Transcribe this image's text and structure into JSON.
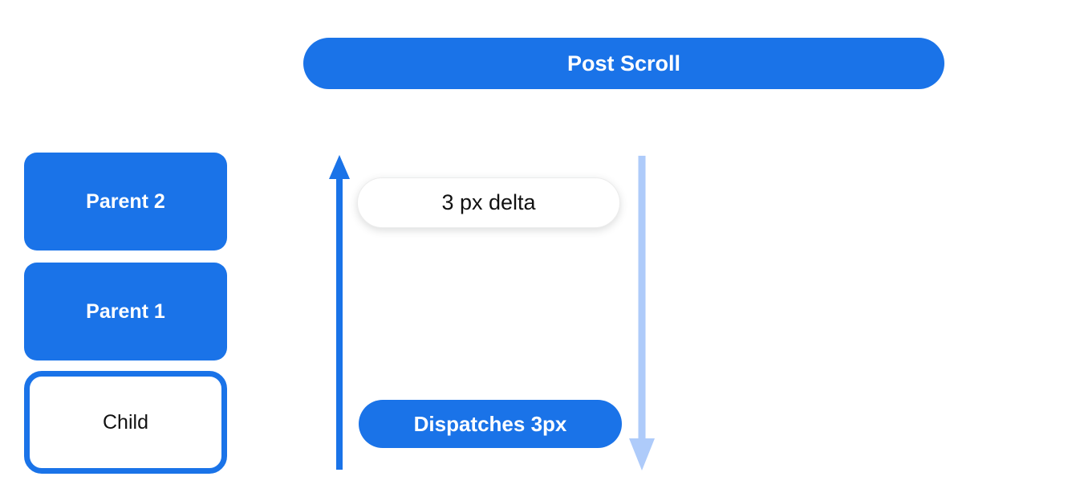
{
  "colors": {
    "primary_blue": "#1a73e8",
    "light_blue": "#aecbfa",
    "text_dark": "#111111",
    "white": "#ffffff",
    "pill_border": "#ececec"
  },
  "header": {
    "post_scroll_label": "Post Scroll"
  },
  "stack": {
    "items": [
      {
        "label": "Parent 2",
        "variant": "filled"
      },
      {
        "label": "Parent 1",
        "variant": "filled"
      },
      {
        "label": "Child",
        "variant": "outlined"
      }
    ]
  },
  "flow": {
    "delta_label": "3 px delta",
    "dispatch_label": "Dispatches 3px",
    "up_arrow_meaning": "scroll delta travels up from child to parents",
    "down_arrow_meaning": "notification dispatched down"
  }
}
